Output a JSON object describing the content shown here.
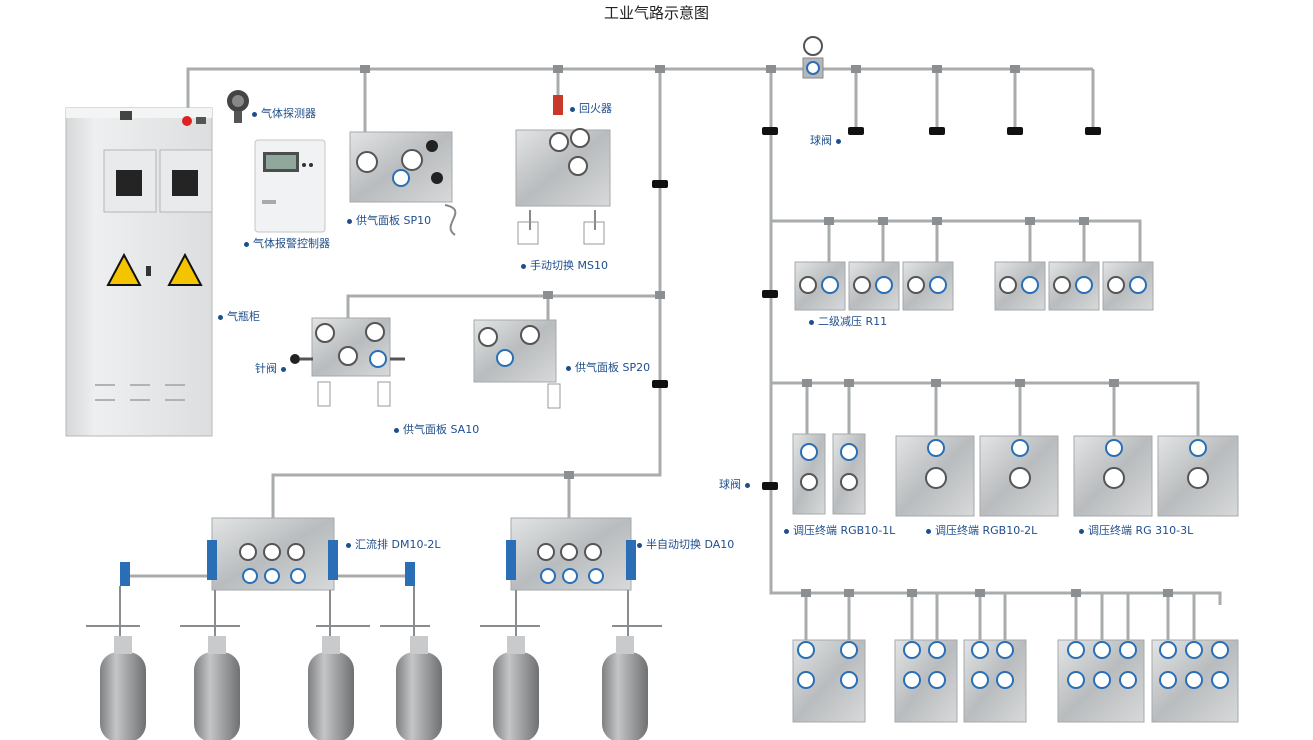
{
  "title": "工业气路示意图",
  "labels": {
    "gas_detector": "气体探测器",
    "alarm_controller": "气体报警控制器",
    "cabinet": "气瓶柜",
    "sp10": "供气面板 SP10",
    "flashback": "回火器",
    "ms10": "手动切换  MS10",
    "needle_valve": "针阀",
    "sa10": "供气面板 SA10",
    "sp20": "供气面板 SP20",
    "ball_valve_top": "球阀",
    "ball_valve_mid": "球阀",
    "r11": "二级减压 R11",
    "rgb1": "调压终端 RGB10-1L",
    "rgb2": "调压终端 RGB10-2L",
    "rgb3": "调压终端 RG 310-3L",
    "dm10": "汇流排 DM10-2L",
    "da10": "半自动切换  DA10"
  },
  "colors": {
    "pipe": "#a9acae",
    "label": "#1f4e8c",
    "panel": "#c9ccce",
    "cylinder": "#9a9b9d",
    "gauge_ring": "#2a6fb5",
    "warning": "#f5c400",
    "cabinet": "#e7e8e9"
  }
}
